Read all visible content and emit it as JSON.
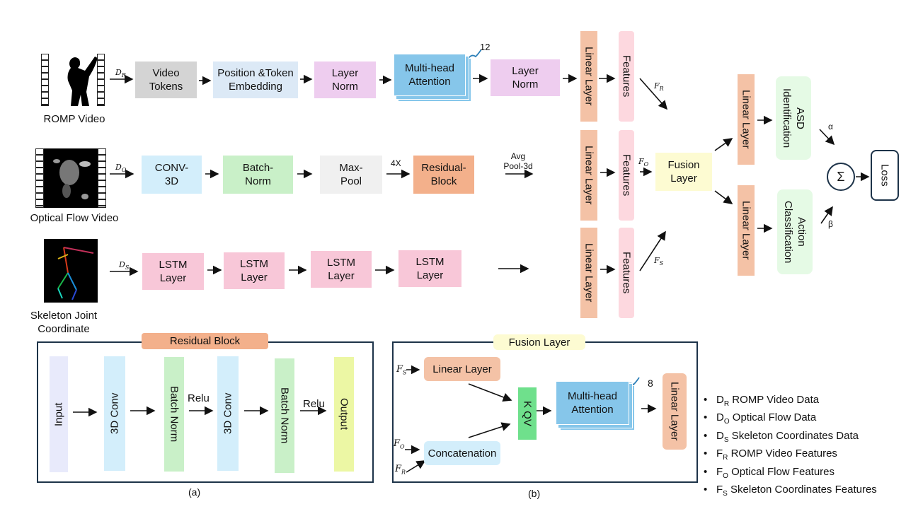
{
  "inputs": {
    "romp": "ROMP Video",
    "optical": "Optical Flow Video",
    "skeleton_line1": "Skeleton Joint",
    "skeleton_line2": "Coordinate"
  },
  "row1": {
    "sym": "D",
    "sym_sub": "R",
    "video_tokens": [
      "Video",
      "Tokens"
    ],
    "pos_embed": [
      "Position &Token",
      "Embedding"
    ],
    "layer_norm_1": [
      "Layer",
      "Norm"
    ],
    "mha": [
      "Multi-head",
      "Attention"
    ],
    "mha_count": "12",
    "layer_norm_2": [
      "Layer",
      "Norm"
    ]
  },
  "row2": {
    "sym": "D",
    "sym_sub": "O",
    "conv3d": [
      "CONV-",
      "3D"
    ],
    "batch_norm": [
      "Batch-",
      "Norm"
    ],
    "max_pool": [
      "Max-",
      "Pool"
    ],
    "repeat": "4X",
    "residual_block": [
      "Residual-",
      "Block"
    ],
    "avg_pool": [
      "Avg",
      "Pool-3d"
    ]
  },
  "row3": {
    "sym": "D",
    "sym_sub": "S",
    "lstm": [
      [
        "LSTM",
        "Layer"
      ],
      [
        "LSTM",
        "Layer"
      ],
      [
        "LSTM",
        "Layer"
      ],
      [
        "LSTM",
        "Layer"
      ]
    ]
  },
  "mid": {
    "linear_layer": "Linear Layer",
    "features": "Features",
    "f_r": "F",
    "f_r_sub": "R",
    "f_o": "F",
    "f_o_sub": "O",
    "f_s": "F",
    "f_s_sub": "S",
    "fusion_layer": [
      "Fusion",
      "Layer"
    ]
  },
  "right": {
    "linear_layer": "Linear Layer",
    "asd": [
      "ASD",
      "Identification"
    ],
    "action": [
      "Action",
      "Classification"
    ],
    "alpha": "α",
    "beta": "β",
    "sum": "Σ",
    "loss": "Loss"
  },
  "panel_a": {
    "title": "Residual Block",
    "input": "Input",
    "conv1": "3D Conv",
    "bn1": "Batch Norm",
    "relu1": "Relu",
    "conv2": "3D Conv",
    "bn2": "Batch Norm",
    "relu2": "Relu",
    "output": "Output",
    "caption": "(a)"
  },
  "panel_b": {
    "title": "Fusion Layer",
    "linear_layer": "Linear Layer",
    "concatenation": "Concatenation",
    "kqv": "K QV",
    "mha": [
      "Multi-head",
      "Attention"
    ],
    "mha_count": "8",
    "linear_out": "Linear Layer",
    "f_s": "F",
    "f_s_sub": "S",
    "f_o": "F",
    "f_o_sub": "O",
    "f_r": "F",
    "f_r_sub": "R",
    "caption": "(b)"
  },
  "legend": [
    {
      "sym": "D",
      "sub": "R",
      "text": " ROMP Video Data"
    },
    {
      "sym": "D",
      "sub": "O",
      "text": " Optical Flow Data"
    },
    {
      "sym": "D",
      "sub": "S",
      "text": " Skeleton Coordinates Data"
    },
    {
      "sym": "F",
      "sub": "R",
      "text": " ROMP Video Features"
    },
    {
      "sym": "F",
      "sub": "O",
      "text": " Optical Flow Features"
    },
    {
      "sym": "F",
      "sub": "S",
      "text": " Skeleton Coordinates Features"
    }
  ],
  "colors": {
    "gray": "#d4d4d4",
    "light_blue": "#dce9f6",
    "pink": "#eecdef",
    "blue": "#86c6ea",
    "salmon": "#f4c2a6",
    "light_pink": "#fdd8df",
    "yellow": "#fdfbd2",
    "mint": "#e5fae5",
    "cyan": "#d3eefb",
    "green": "#c9f0c8",
    "light_gray": "#f0f0f0",
    "orange": "#f3b08b",
    "lstm_pink": "#f8c7d8",
    "lavender": "#e8eafb",
    "green_strong": "#6fe08c",
    "lime": "#ecf7a4"
  }
}
